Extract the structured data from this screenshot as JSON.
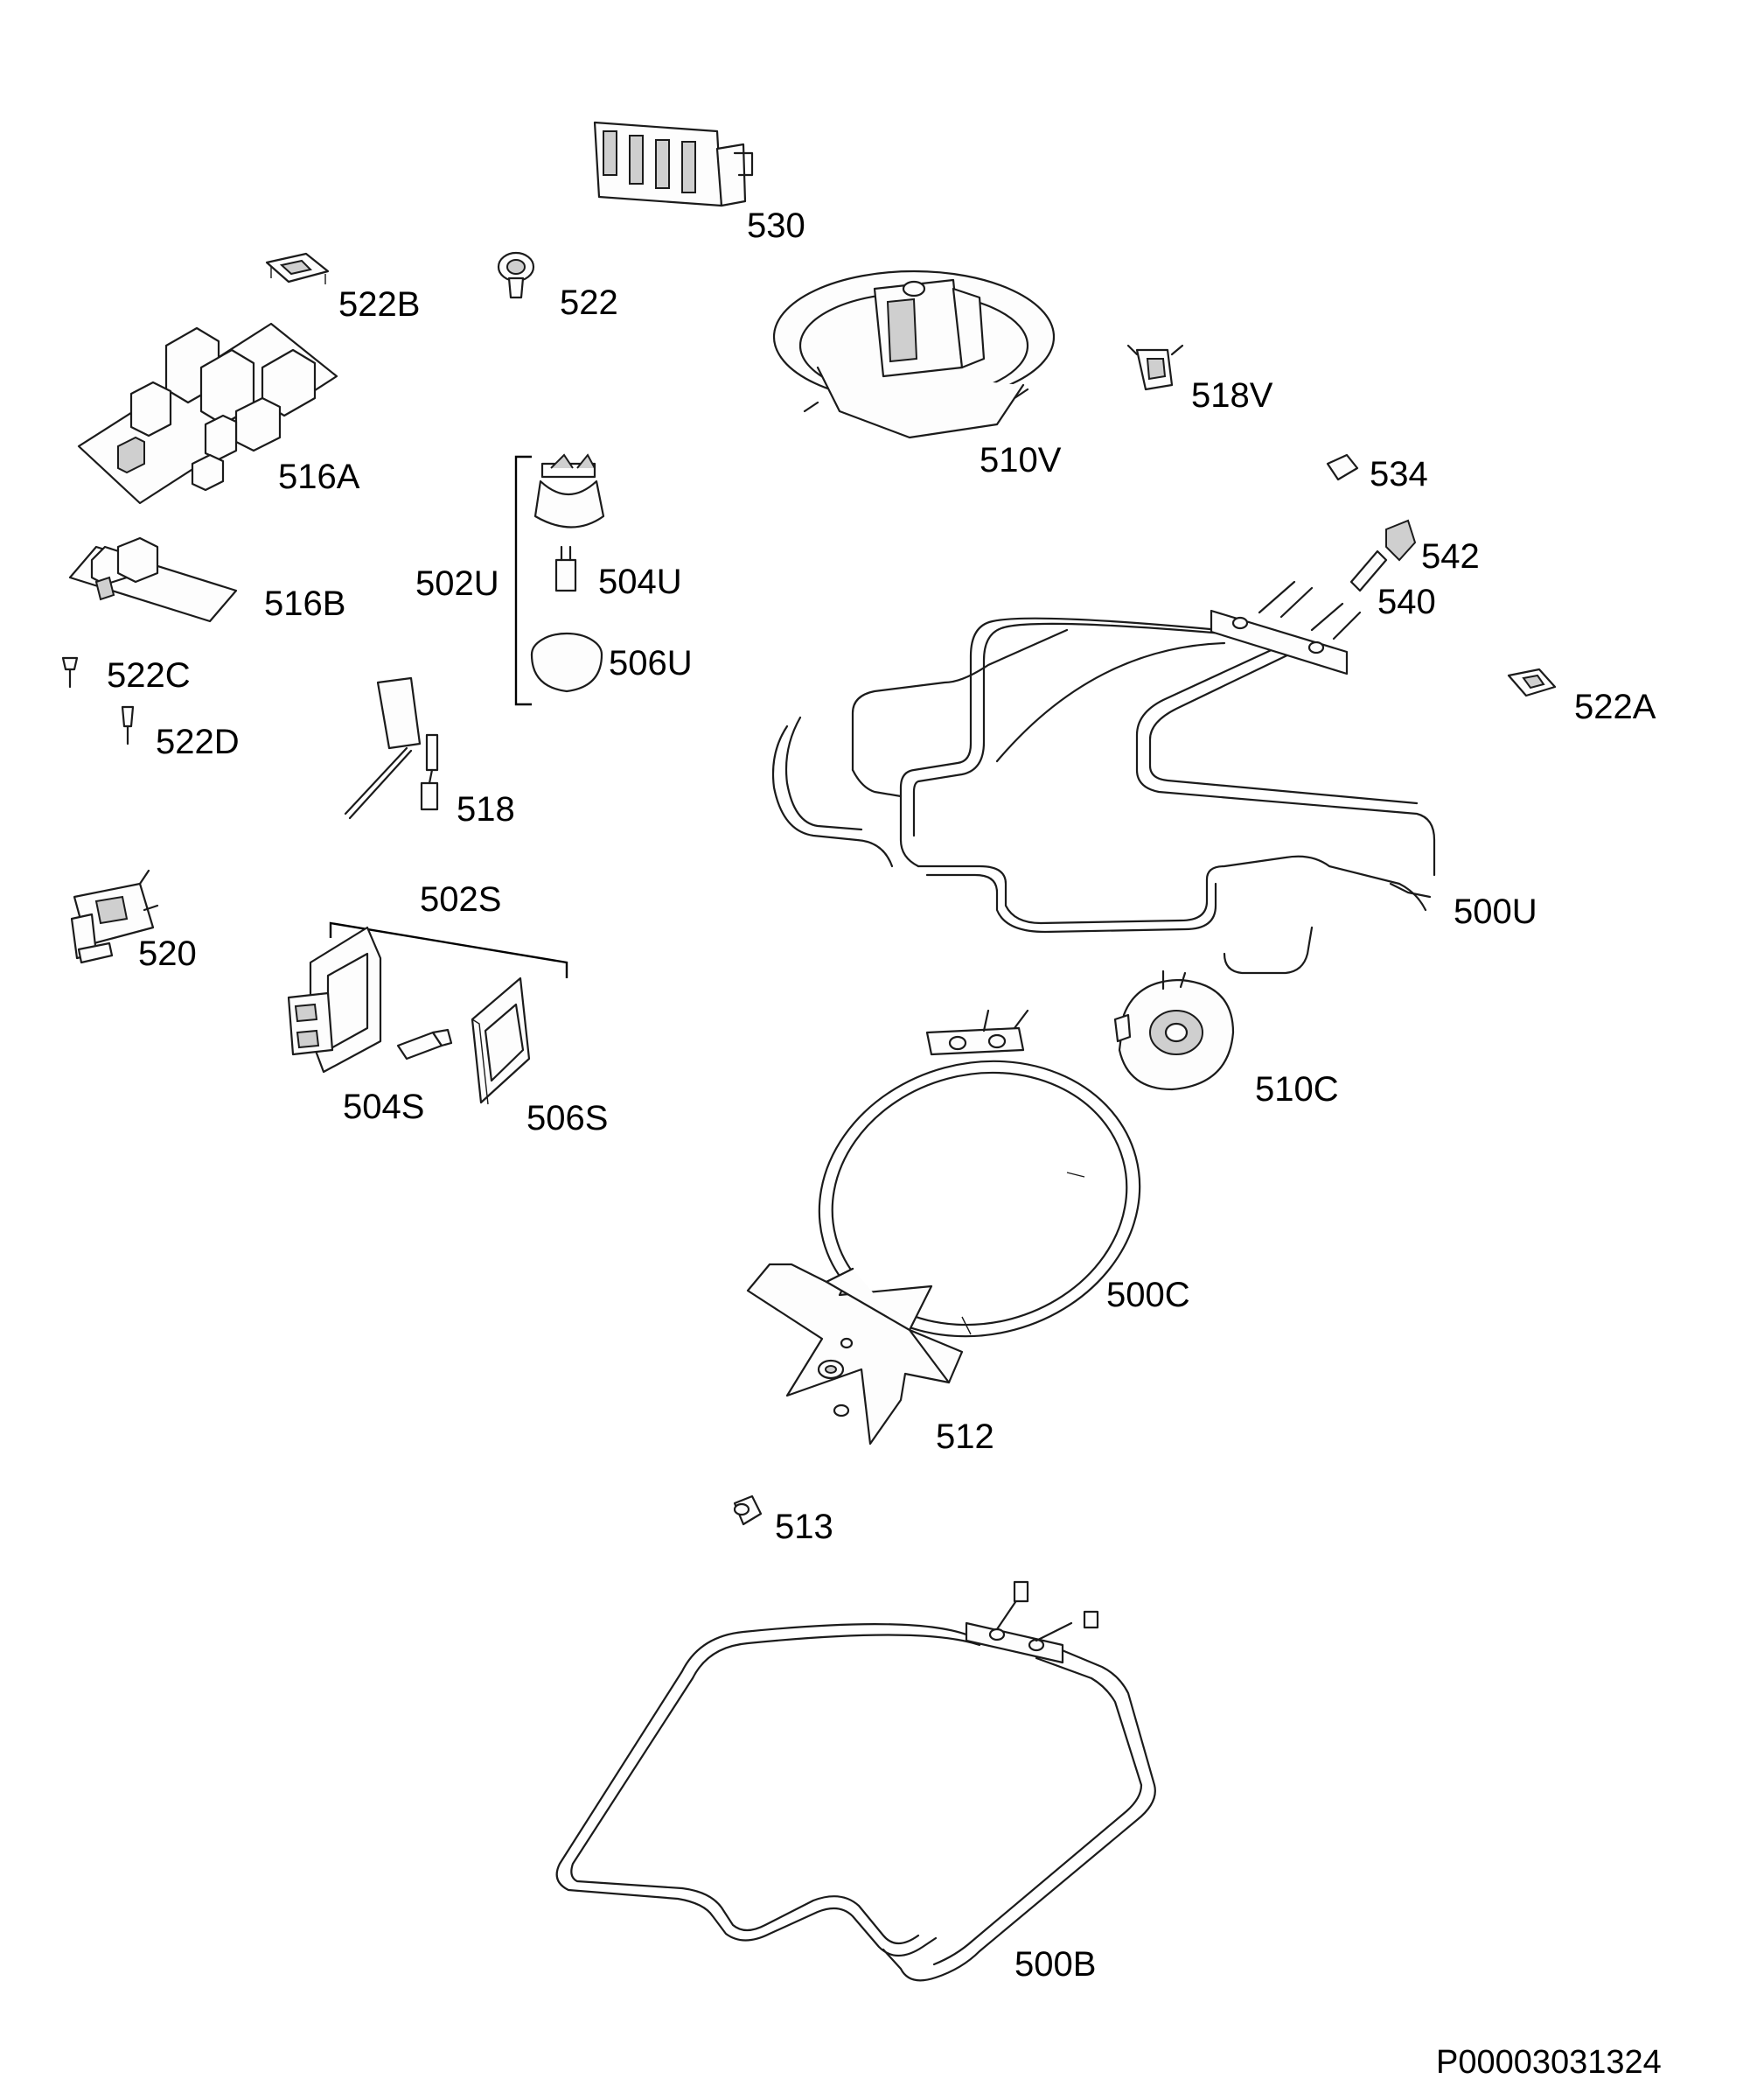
{
  "document_id": "P00003031324",
  "parts": [
    {
      "id": "530",
      "label": "530"
    },
    {
      "id": "522B",
      "label": "522B"
    },
    {
      "id": "522",
      "label": "522"
    },
    {
      "id": "516A",
      "label": "516A"
    },
    {
      "id": "510V",
      "label": "510V"
    },
    {
      "id": "518V",
      "label": "518V"
    },
    {
      "id": "534",
      "label": "534"
    },
    {
      "id": "542",
      "label": "542"
    },
    {
      "id": "540",
      "label": "540"
    },
    {
      "id": "502U",
      "label": "502U"
    },
    {
      "id": "504U",
      "label": "504U"
    },
    {
      "id": "506U",
      "label": "506U"
    },
    {
      "id": "516B",
      "label": "516B"
    },
    {
      "id": "522C",
      "label": "522C"
    },
    {
      "id": "522D",
      "label": "522D"
    },
    {
      "id": "522A",
      "label": "522A"
    },
    {
      "id": "518",
      "label": "518"
    },
    {
      "id": "502S",
      "label": "502S"
    },
    {
      "id": "500U",
      "label": "500U"
    },
    {
      "id": "520",
      "label": "520"
    },
    {
      "id": "504S",
      "label": "504S"
    },
    {
      "id": "506S",
      "label": "506S"
    },
    {
      "id": "510C",
      "label": "510C"
    },
    {
      "id": "500C",
      "label": "500C"
    },
    {
      "id": "512",
      "label": "512"
    },
    {
      "id": "513",
      "label": "513"
    },
    {
      "id": "500B",
      "label": "500B"
    }
  ]
}
